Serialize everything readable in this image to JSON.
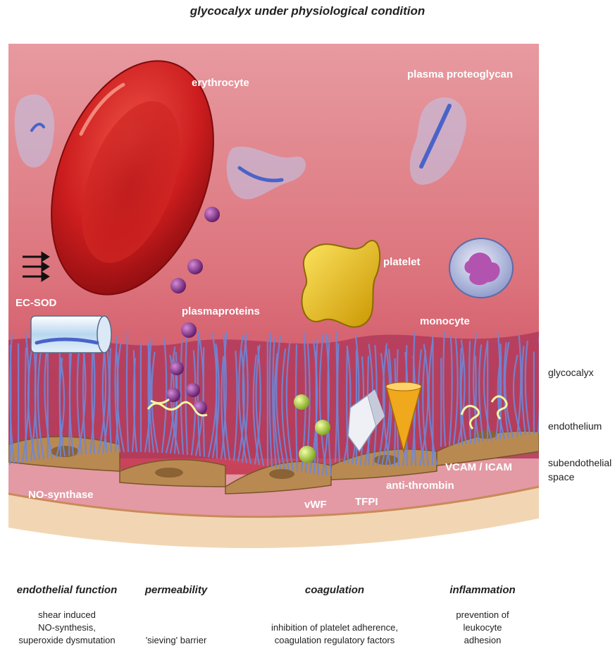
{
  "title": "glycocalyx under physiological condition",
  "labels": {
    "erythrocyte": "erythrocyte",
    "plasma_proteoglycan": "plasma proteoglycan",
    "platelet": "platelet",
    "monocyte": "monocyte",
    "ec_sod": "EC-SOD",
    "plasmaproteins": "plasmaproteins",
    "no_synthase": "NO-synthase",
    "vwf": "vWF",
    "tfpi": "TFPI",
    "anti_thrombin": "anti-thrombin",
    "vcam_icam": "VCAM / ICAM"
  },
  "side_labels": {
    "glycocalyx": "glycocalyx",
    "endothelium": "endothelium",
    "subendothelial": "subendothelial\nspace"
  },
  "columns": [
    {
      "heading": "endothelial function",
      "text": "shear induced\nNO-synthesis,\nsuperoxide dysmutation"
    },
    {
      "heading": "permeability",
      "text": "'sieving' barrier"
    },
    {
      "heading": "coagulation",
      "text": "inhibition of platelet adherence,\ncoagulation regulatory factors"
    },
    {
      "heading": "inflammation",
      "text": "prevention of\nleukocyte\nadhesion"
    }
  ],
  "colors": {
    "plasma": "#d9646e",
    "erythrocyte": "#c8171b",
    "platelet": "#e8c21a",
    "glycocalyx_fibers": "#6f86d6",
    "endothelium": "#b98a4e",
    "subendothelial": "#f0d3b0"
  }
}
